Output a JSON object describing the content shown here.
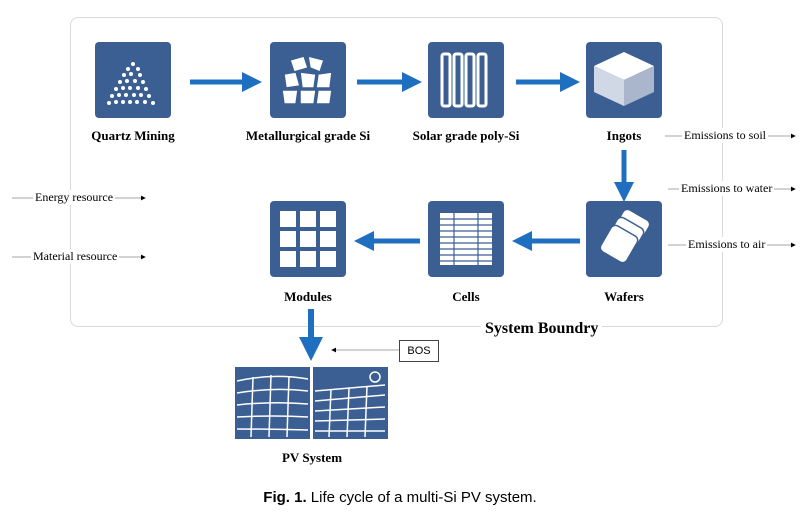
{
  "colors": {
    "tile": "#3b5f93",
    "arrow": "#1f6fc0",
    "boundary": "#d9d9d9"
  },
  "stages": {
    "quartz": "Quartz Mining",
    "metallurgical": "Metallurgical grade Si",
    "solar_poly": "Solar grade poly-Si",
    "ingots": "Ingots",
    "wafers": "Wafers",
    "cells": "Cells",
    "modules": "Modules",
    "pv_system": "PV System"
  },
  "inputs": {
    "energy": "Energy resource",
    "material": "Material resource",
    "bos": "BOS"
  },
  "outputs": {
    "soil": "Emissions to soil",
    "water": "Emissions to water",
    "air": "Emissions to air"
  },
  "boundary_label": "System Boundry",
  "caption": {
    "label": "Fig. 1.",
    "text": "Life cycle of a multi-Si PV system."
  }
}
